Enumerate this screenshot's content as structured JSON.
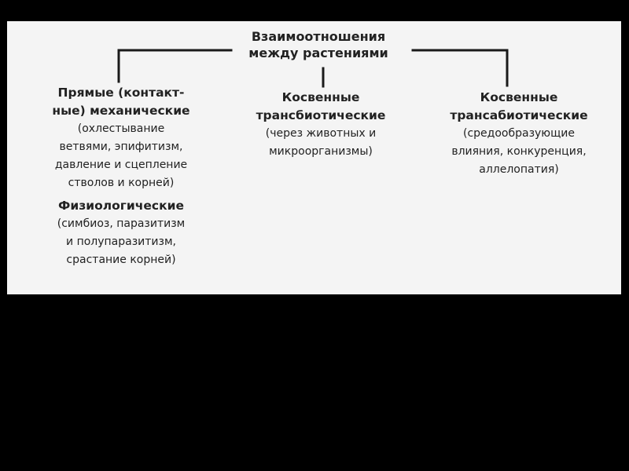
{
  "root": {
    "line1": "Взаимоотношения",
    "line2": "между растениями"
  },
  "direct": {
    "title_line1": "Прямые (контакт-",
    "title_line2": "ные) механические",
    "desc": "(охлестывание\nветвями, эпифитизм,\nдавление и сцепление\nстволов и корней)",
    "physiological_title": "Физиологические",
    "physiological_desc": "(симбиоз, паразитизм\nи полупаразитизм,\nсрастание корней)"
  },
  "transbiotic": {
    "title_line1": "Косвенные",
    "title_line2": "трансбиотические",
    "desc": "(через животных и\nмикроорганизмы)"
  },
  "transabiotic": {
    "title_line1": "Косвенные",
    "title_line2": "трансабиотические",
    "desc": "(средообразующие\nвлияния, конкуренция,\nаллелопатия)"
  },
  "colors": {
    "background": "#000000",
    "panel": "#f4f4f4",
    "text": "#222222",
    "lines": "#1a1a1a"
  }
}
